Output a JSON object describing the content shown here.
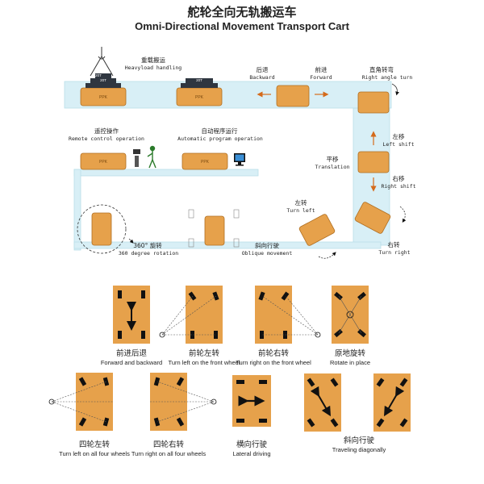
{
  "title": {
    "cn": "舵轮全向无轨搬运车",
    "en": "Omni-Directional Movement Transport Cart"
  },
  "process_labels": [
    {
      "id": "heavy",
      "cn": "重载搬运",
      "en": "Heavyload handling"
    },
    {
      "id": "backward",
      "cn": "后退",
      "en": "Backward"
    },
    {
      "id": "forward",
      "cn": "前进",
      "en": "Forward"
    },
    {
      "id": "rightang",
      "cn": "直角转弯",
      "en": "Right angle turn"
    },
    {
      "id": "remote",
      "cn": "遥控操作",
      "en": "Remote control operation"
    },
    {
      "id": "auto",
      "cn": "自动程序运行",
      "en": "Automatic program operation"
    },
    {
      "id": "leftsh",
      "cn": "左移",
      "en": "Left shift"
    },
    {
      "id": "transl",
      "cn": "平移",
      "en": "Translation"
    },
    {
      "id": "rightsh",
      "cn": "右移",
      "en": "Right shift"
    },
    {
      "id": "turnl",
      "cn": "左转",
      "en": "Turn left"
    },
    {
      "id": "rot360",
      "cn": "360° 旋转",
      "en": "360 degree rotation"
    },
    {
      "id": "oblique",
      "cn": "斜向行驶",
      "en": "Oblique movement"
    },
    {
      "id": "turnr",
      "cn": "右转",
      "en": "Turn right"
    }
  ],
  "cargo_label": "20T",
  "cart_brand": "PPK",
  "modes_row1": [
    {
      "cn": "前进后退",
      "en": "Forward and backward"
    },
    {
      "cn": "前轮左转",
      "en": "Turn left on the front wheel"
    },
    {
      "cn": "前轮右转",
      "en": "Turn right on the front wheel"
    },
    {
      "cn": "原地旋转",
      "en": "Rotate in place"
    }
  ],
  "modes_row2": [
    {
      "cn": "四轮左转",
      "en": "Turn left on all four wheels"
    },
    {
      "cn": "四轮右转",
      "en": "Turn right on all four wheels"
    },
    {
      "cn": "横向行驶",
      "en": "Lateral driving"
    },
    {
      "cn": "斜向行驶",
      "en": "Traveling diagonally"
    }
  ],
  "colors": {
    "cart": "#e6a14b",
    "cart_edge": "#b06f22",
    "track": "#d8eff6",
    "track_edge": "#b9dfe9",
    "cargo": "#2f3640",
    "arrow": "#d46a1a",
    "wheel": "#111111"
  }
}
